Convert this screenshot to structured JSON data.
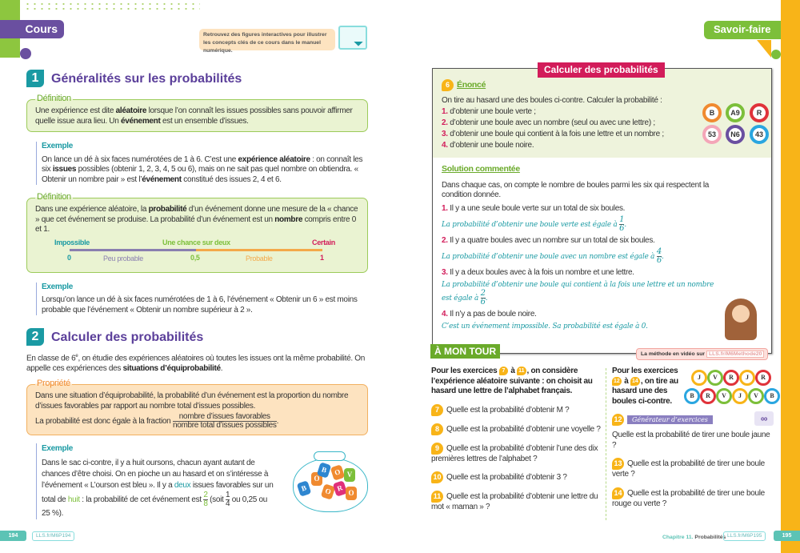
{
  "left_page": {
    "tab": "Cours",
    "digital_note": "Retrouvez des figures interactives pour illustrer les concepts clés de ce cours dans le manuel numérique.",
    "section1": {
      "number": "1",
      "title": "Généralités sur les probabilités",
      "def1": {
        "label": "Définition",
        "text_a": "Une expérience est dite ",
        "bold_a": "aléatoire",
        "text_b": " lorsque l’on connaît les issues possibles sans pouvoir affirmer quelle issue aura lieu. Un ",
        "bold_b": "événement",
        "text_c": " est un ensemble d’issues."
      },
      "ex1": {
        "title": "Exemple",
        "t1": "On lance un dé à six faces numérotées de 1 à 6. C’est une ",
        "b1": "expérience aléatoire",
        "t2": " : on connaît les six ",
        "b2": "issues",
        "t3": " possibles (obtenir 1, 2, 3, 4, 5 ou 6), mais on ne sait pas quel nombre on obtiendra. « Obtenir un nombre pair » est l’",
        "b3": "événement",
        "t4": " constitué des issues 2, 4 et 6."
      },
      "def2": {
        "label": "Définition",
        "t1": "Dans une expérience aléatoire, la ",
        "b1": "probabilité",
        "t2": " d’un événement donne une mesure de la « chance » que cet événement se produise. La probabilité d’un événement est un ",
        "b2": "nombre",
        "t3": " compris entre 0 et 1.",
        "scale": {
          "impossible": "Impossible",
          "half": "Une chance sur deux",
          "certain": "Certain",
          "zero": "0",
          "mid": "0,5",
          "one": "1",
          "low": "Peu probable",
          "high": "Probable"
        }
      },
      "ex2": {
        "title": "Exemple",
        "text": "Lorsqu’on lance un dé à six faces numérotées de 1 à 6, l’événement « Obtenir un 6 » est moins probable que l’événement « Obtenir un nombre supérieur à 2 »."
      }
    },
    "section2": {
      "number": "2",
      "title": "Calculer des probabilités",
      "intro_a": "En classe de 6",
      "intro_sup": "e",
      "intro_b": ", on étudie des expériences aléatoires où toutes les issues ont la même probabilité. On appelle ces expériences des ",
      "intro_bold": "situations d’équiprobabilité",
      "intro_c": ".",
      "prop": {
        "label": "Propriété",
        "text": "Dans une situation d’équiprobabilité, la probabilité d’un événement est la proportion du nombre d’issues favorables par rapport au nombre total d’issues possibles.",
        "fraction_intro": "La probabilité est donc égale à la fraction",
        "num": "nombre d’issues favorables",
        "den": "nombre total d’issues possibles"
      },
      "ex": {
        "title": "Exemple",
        "t1": "Dans le sac ci-contre, il y a huit oursons, chacun ayant autant de chances d’être choisi. On en pioche un au hasard et on s’intéresse à l’événement « L’ourson est bleu ». Il y a ",
        "deux": "deux",
        "t2": " issues favorables sur un total de ",
        "huit": "huit",
        "t3": " : la probabilité de cet événement est ",
        "f_num": "2",
        "f_den": "8",
        "t4": " (soit",
        "f2_num": "1",
        "f2_den": "4",
        "t5": " ou 0,25 ou 25 %)."
      },
      "bag_bears": [
        {
          "l": "B",
          "c": "#2e86d0"
        },
        {
          "l": "O",
          "c": "#f08a30"
        },
        {
          "l": "B",
          "c": "#2e86d0"
        },
        {
          "l": "O",
          "c": "#f08a30"
        },
        {
          "l": "V",
          "c": "#7cbf3a"
        },
        {
          "l": "O",
          "c": "#f08a30"
        },
        {
          "l": "R",
          "c": "#e0307a"
        },
        {
          "l": "O",
          "c": "#f08a30"
        }
      ]
    },
    "page_number": "194",
    "link": "LLS.fr/M6P194"
  },
  "right_page": {
    "tab": "Savoir-faire",
    "method_title": "Calculer des probabilités",
    "exercise_number": "6",
    "enonce_label": "Énoncé",
    "enonce_intro": "On tire au hasard une des boules ci-contre. Calculer la probabilité :",
    "enonce_items": [
      {
        "n": "1.",
        "t": "d’obtenir une boule verte ;"
      },
      {
        "n": "2.",
        "t": "d’obtenir une boule avec un nombre (seul ou avec une lettre) ;"
      },
      {
        "n": "3.",
        "t": "d’obtenir une boule qui contient à la fois une lettre et un nombre ;"
      },
      {
        "n": "4.",
        "t": "d’obtenir une boule noire."
      }
    ],
    "balls": [
      {
        "l": "B",
        "c": "#f08a30"
      },
      {
        "l": "A9",
        "c": "#7cbf3a"
      },
      {
        "l": "R",
        "c": "#e0323a"
      },
      {
        "l": "53",
        "c": "#f4a6b8"
      },
      {
        "l": "N6",
        "c": "#6a4fa0"
      },
      {
        "l": "43",
        "c": "#2aa6e0"
      }
    ],
    "solution_label": "Solution commentée",
    "solution_intro": "Dans chaque cas, on compte le nombre de boules parmi les six qui respectent la condition donnée.",
    "solution": [
      {
        "n": "1.",
        "t": "Il y a une seule boule verte sur un total de six boules.",
        "h": "La probabilité d’obtenir une boule verte est égale à",
        "fn": "1",
        "fd": "6"
      },
      {
        "n": "2.",
        "t": "Il y a quatre boules avec un nombre sur un total de six boules.",
        "h": "La probabilité d’obtenir une boule avec un nombre est égale à",
        "fn": "4",
        "fd": "6"
      },
      {
        "n": "3.",
        "t": "Il y a deux boules avec à la fois un nombre et une lettre.",
        "h": "La probabilité d’obtenir une boule qui contient à la fois une lettre et un nombre est égale à",
        "fn": "2",
        "fd": "6"
      },
      {
        "n": "4.",
        "t": "Il n’y a pas de boule noire.",
        "h": "C’est un événement impossible. Sa probabilité est égale à 0."
      }
    ],
    "video_label": "La méthode en vidéo sur",
    "video_link": "LLS.fr/M6Methode20",
    "a_mon_tour": "À MON TOUR",
    "left_intro": {
      "a": "Pour les exercices ",
      "n1": "7",
      "b": " à ",
      "n2": "11",
      "c": ", on considère l’expérience aléatoire suivante : on choisit au hasard une lettre de l’alphabet français."
    },
    "left_questions": [
      {
        "n": "7",
        "t": "Quelle est la probabilité d’obtenir M ?"
      },
      {
        "n": "8",
        "t": "Quelle est la probabilité d’obtenir une voyelle ?"
      },
      {
        "n": "9",
        "t": "Quelle est la probabilité d’obtenir l’une des dix premières lettres de l’alphabet ?"
      },
      {
        "n": "10",
        "t": "Quelle est la probabilité d’obtenir 3 ?"
      },
      {
        "n": "11",
        "t": "Quelle est la probabilité d’obtenir une lettre du mot « maman » ?"
      }
    ],
    "right_intro": {
      "a": "Pour les exercices ",
      "n1": "12",
      "b": " à ",
      "n2": "14",
      "c": ", on tire au hasard une des boules ci-contre."
    },
    "balls2_row1": [
      {
        "l": "J",
        "c": "#f8b418"
      },
      {
        "l": "V",
        "c": "#7cbf3a"
      },
      {
        "l": "R",
        "c": "#e0323a"
      },
      {
        "l": "J",
        "c": "#f8b418"
      },
      {
        "l": "R",
        "c": "#e0323a"
      }
    ],
    "balls2_row2": [
      {
        "l": "B",
        "c": "#2aa6e0"
      },
      {
        "l": "R",
        "c": "#e0323a"
      },
      {
        "l": "V",
        "c": "#7cbf3a"
      },
      {
        "l": "J",
        "c": "#f8b418"
      },
      {
        "l": "V",
        "c": "#7cbf3a"
      },
      {
        "l": "B",
        "c": "#2aa6e0"
      }
    ],
    "generator_label": "Générateur d’exercices",
    "right_questions": [
      {
        "n": "12",
        "t": "Quelle est la probabilité de tirer une boule jaune ?"
      },
      {
        "n": "13",
        "t": "Quelle est la probabilité de tirer une boule verte ?"
      },
      {
        "n": "14",
        "t": "Quelle est la probabilité de tirer une boule rouge ou verte ?"
      }
    ],
    "footer_chapter": "Chapitre 11.",
    "footer_title": "Probabilités",
    "link": "LLS.fr/M6P195",
    "page_number": "195"
  },
  "colors": {
    "purple": "#6a4fa0",
    "teal": "#1a9aa3",
    "green": "#7cbf3a",
    "orange": "#f8b418",
    "pink": "#d21c5a"
  }
}
